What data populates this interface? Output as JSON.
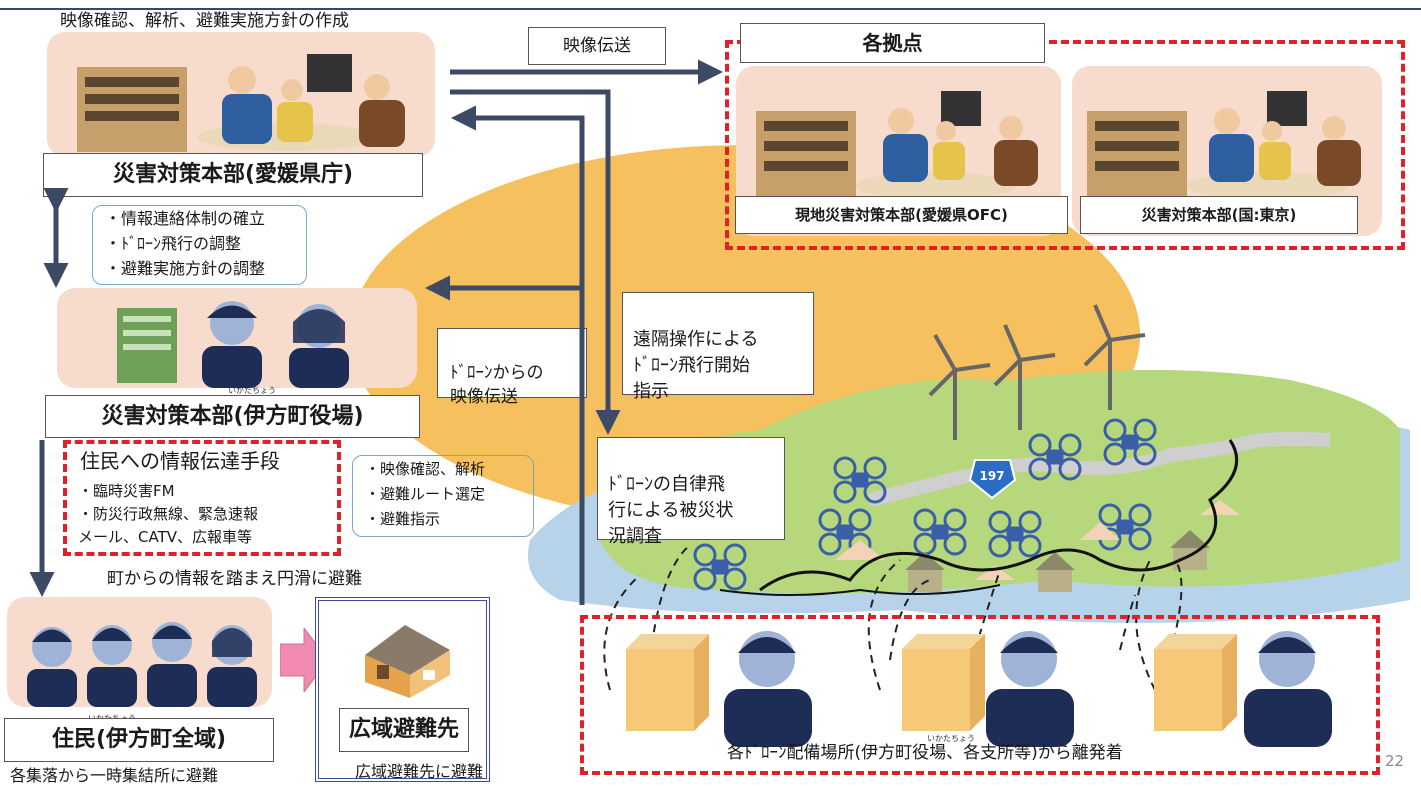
{
  "colors": {
    "arrow": "#3d4a63",
    "red_dash": "#e0202a",
    "sun": "#f7c05e",
    "land": "#b7d77c",
    "water": "#b7d3ea",
    "photo_bg": "#f7dccd"
  },
  "prefecture": {
    "caption": "映像確認、解析、避難実施方針の作成",
    "title": "災害対策本部(愛媛県庁)"
  },
  "video_transmission_label": "映像伝送",
  "bases": {
    "title": "各拠点",
    "items": [
      {
        "label": "現地災害対策本部(愛媛県OFC)"
      },
      {
        "label": "災害対策本部(国:東京)"
      }
    ]
  },
  "coordination_notes": [
    "・情報連絡体制の確立",
    "・ﾄﾞﾛｰﾝ飛行の調整",
    "・避難実施方針の調整"
  ],
  "town": {
    "title": "災害対策本部(伊方町役場)",
    "ruby": "いかたちょう"
  },
  "remote_operation_label": "遠隔操作による\nﾄﾞﾛｰﾝ飛行開始\n指示",
  "drone_video_label": "ﾄﾞﾛｰﾝからの\n映像伝送",
  "autonomous_label": "ﾄﾞﾛｰﾝの自律飛\n行による被災状\n況調査",
  "resident_info": {
    "title": "住民への情報伝達手段",
    "items": [
      "・臨時災害FM",
      "・防災行政無線、緊急速報",
      "メール、CATV、広報車等"
    ]
  },
  "town_tasks": [
    "・映像確認、解析",
    "・避難ルート選定",
    "・避難指示"
  ],
  "smooth_evacuation": "町からの情報を踏まえ円滑に避難",
  "residents": {
    "title": "住民(伊方町全域)",
    "ruby": "いかたちょう",
    "caption": "各集落から一時集結所に避難"
  },
  "wide_area": {
    "title": "広域避難先",
    "caption": "広域避難先に避難"
  },
  "drone_base": {
    "caption": "各ﾄﾞﾛｰﾝ配備場所(伊方町役場、各支所等)から離発着",
    "ruby": "いかたちょう"
  },
  "road_sign": "197",
  "page_number": "22"
}
